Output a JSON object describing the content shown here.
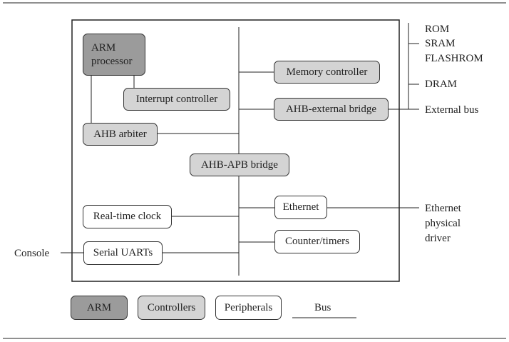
{
  "blocks": {
    "arm_processor": "ARM processor",
    "interrupt_controller": "Interrupt controller",
    "ahb_arbiter": "AHB arbiter",
    "memory_controller": "Memory controller",
    "ahb_external_bridge": "AHB-external bridge",
    "ahb_apb_bridge": "AHB-APB bridge",
    "real_time_clock": "Real-time clock",
    "serial_uarts": "Serial UARTs",
    "ethernet": "Ethernet",
    "counter_timers": "Counter/timers"
  },
  "external": {
    "rom": "ROM",
    "sram": "SRAM",
    "flashrom": "FLASHROM",
    "dram": "DRAM",
    "external_bus": "External bus",
    "ethernet_driver_1": "Ethernet",
    "ethernet_driver_2": "physical",
    "ethernet_driver_3": "driver",
    "console": "Console"
  },
  "legend": {
    "arm": "ARM",
    "controllers": "Controllers",
    "peripherals": "Peripherals",
    "bus": "Bus"
  },
  "colors": {
    "arm_fill": "#9b9b9b",
    "controller_fill": "#d4d4d4",
    "peripheral_fill": "#ffffff",
    "line": "#222222"
  }
}
